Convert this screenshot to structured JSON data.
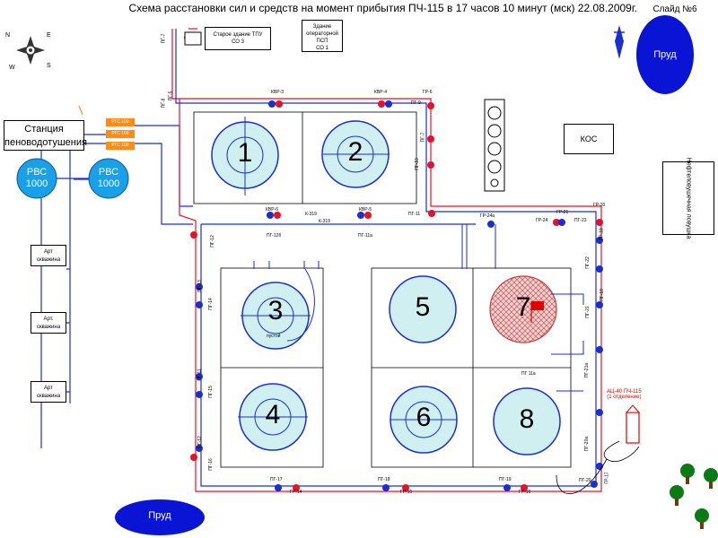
{
  "header": {
    "title": "Схема расстановки сил и средств на момент прибытия ПЧ-115 в 17 часов 10 минут (мск) 22.08.2009г.",
    "slide": "Слайд №6"
  },
  "compass": {
    "n": "N",
    "e": "E",
    "s": "S",
    "w": "W"
  },
  "ponds": {
    "top_right": "Пруд",
    "bottom_left": "Пруд"
  },
  "station": {
    "line1": "Станция",
    "line2": "пеноводотушения"
  },
  "rgs": [
    "РГС 100",
    "РГС 100",
    "РГС 100"
  ],
  "rvs": [
    {
      "line1": "РВС",
      "line2": "1000"
    },
    {
      "line1": "РВС",
      "line2": "1000"
    }
  ],
  "wells": [
    {
      "line1": "Арт",
      "line2": "скважина"
    },
    {
      "line1": "Арт.",
      "line2": "скважина"
    },
    {
      "line1": "Арт",
      "line2": "скважина"
    }
  ],
  "buildings": {
    "tpu": {
      "line1": "Старое здание ТПУ",
      "line2": "СО 3"
    },
    "psch": {
      "line1": "Здание",
      "line2": "операторной",
      "line3": "ПСП",
      "line4": "СО 1"
    },
    "kos": "КОС",
    "neft": "Нефтеловушечная ловушка"
  },
  "tanks": [
    "1",
    "2",
    "3",
    "4",
    "5",
    "6",
    "7",
    "8"
  ],
  "tank_note": "пустой",
  "pg_labels": {
    "pg7": "ПГ-7",
    "pg5": "ПГ-5",
    "pg8": "ПГ-8",
    "kvr3": "КВР-3",
    "kvr4": "КВР-4",
    "gr6": "ГР-6",
    "pg9": "ПГ-9",
    "pg10": "ПГ-10",
    "pg7b": "ПГ-7",
    "pg11": "ПГ-11",
    "kvr6": "КВР-6",
    "kvr5": "КВР-5",
    "k319": "К-319",
    "k319b": "К-319",
    "pg12b": "ПГ-12б",
    "pg11a": "ПГ-11а",
    "gr24a": "ГР-24а",
    "gr24": "ГР-24",
    "gr21": "ГР-21",
    "gr20": "ГР-20",
    "pg23": "ПГ-23",
    "gr19": "ГР-19",
    "pg22": "ПГ-22",
    "pg18": "ПГ-18",
    "pg21": "ПГ-21",
    "pg21a": "ПГ-21а",
    "pg20a": "ПГ-20а",
    "pg20": "ПГ-20",
    "gr17": "ГР-17",
    "pg12": "ПГ-12",
    "pg13": "ПГ-13",
    "pg14": "ПГ-14",
    "pg15": "ПГ-15",
    "pg16": "ПГ-16",
    "pg11b": "ПГ-11",
    "pg17": "ПГ-17",
    "gr14": "ГР-14",
    "pg18b": "ПГ-18",
    "gr15": "ГР-15",
    "pg19": "ПГ-19",
    "gr16": "ГР-16",
    "pg11c": "ПГ 11а",
    "pg12c": "ПГ-12"
  },
  "fire_truck": {
    "line1": "АЦ-40 ПЧ-115",
    "line2": "(1 отделение)"
  },
  "colors": {
    "tank": "#cfeff0",
    "pond": "#0a14d4",
    "fire": "#e00000",
    "pipe_red": "#e8102a",
    "pipe_blue": "#1a2fd0",
    "foam": "#ff8c1a",
    "tree": "#0a7a14"
  }
}
